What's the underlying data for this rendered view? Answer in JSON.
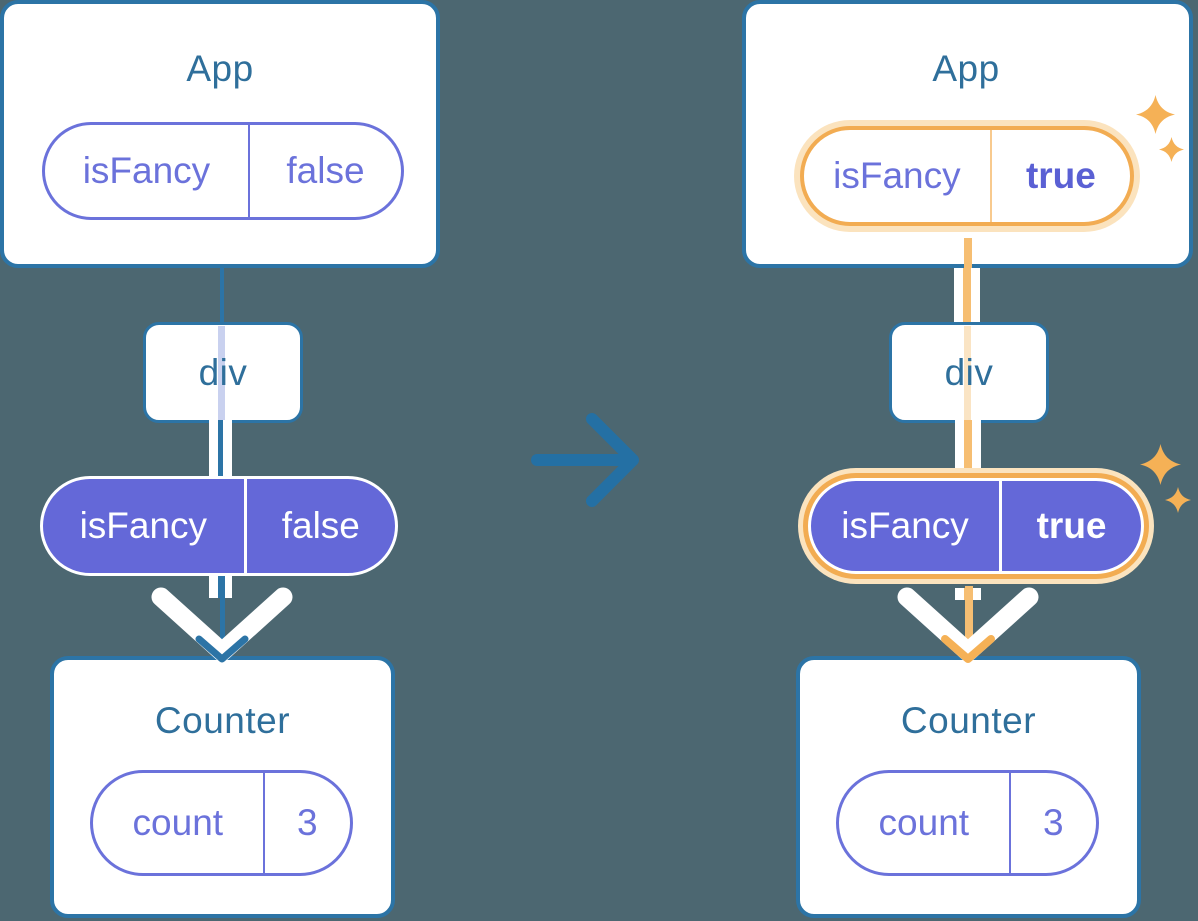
{
  "diagram_title": "React state flow: isFancy prop passed from App through div to Counter (before and after toggle)",
  "colors": {
    "background": "#4C6771",
    "card_fill": "#FFFFFF",
    "card_border": "#2C74A6",
    "node_title_text": "#2F6F9B",
    "purple_outline_text": "#6B72DB",
    "purple_pill_fill": "#6468D8",
    "highlight_value_text": "#5A60D4",
    "state_thread_lavender": "#C9D1EF",
    "highlight_ring_orange": "#F2AC52",
    "highlight_glow": "#FBE3BE",
    "highlight_line_orange": "#F6BE72",
    "sparkle_orange": "#F5B156",
    "transition_arrow": "#2470A4"
  },
  "transition_arrow": {
    "icon": "right-arrow-icon",
    "meaning": "state transition from before to after"
  },
  "panels": [
    {
      "id": "before",
      "app": {
        "title": "App",
        "state_name": "isFancy",
        "state_value": "false",
        "highlighted": false
      },
      "middle_node": {
        "label": "div"
      },
      "prop": {
        "name": "isFancy",
        "value": "false",
        "highlighted": false
      },
      "counter": {
        "title": "Counter",
        "state_name": "count",
        "state_value": "3"
      }
    },
    {
      "id": "after",
      "app": {
        "title": "App",
        "state_name": "isFancy",
        "state_value": "true",
        "highlighted": true
      },
      "middle_node": {
        "label": "div"
      },
      "prop": {
        "name": "isFancy",
        "value": "true",
        "highlighted": true
      },
      "counter": {
        "title": "Counter",
        "state_name": "count",
        "state_value": "3"
      }
    }
  ]
}
